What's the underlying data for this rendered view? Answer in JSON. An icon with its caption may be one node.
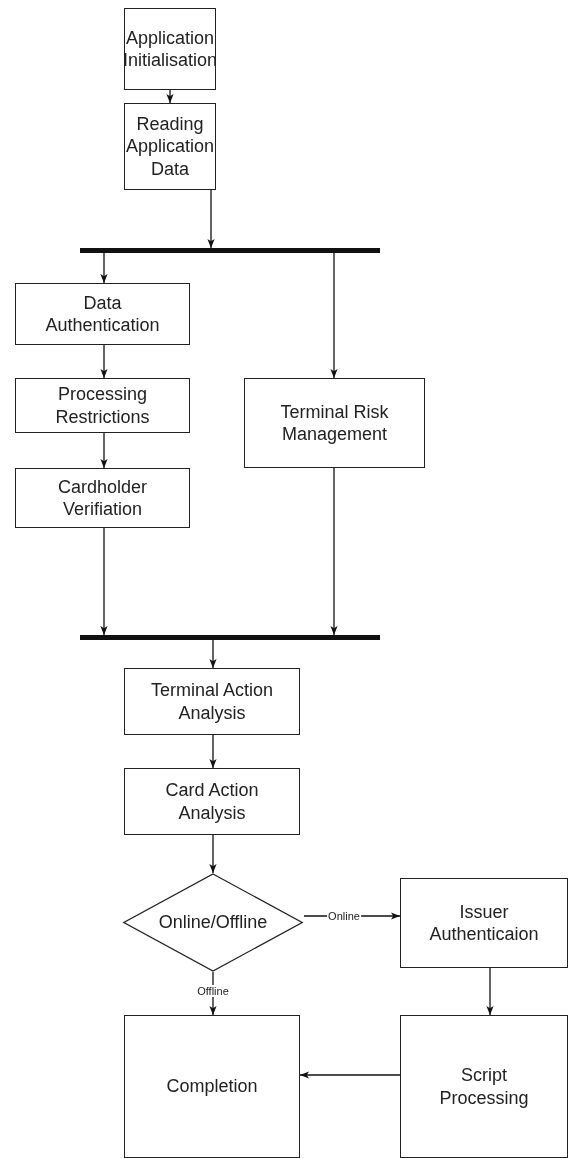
{
  "diagram": {
    "nodes": [
      {
        "text": [
          "Application Initialisation"
        ]
      },
      {
        "text": [
          "Reading Application Data"
        ]
      },
      {
        "text": [],
        "shape": "bar"
      },
      {
        "text": [
          "Data Authentication"
        ]
      },
      {
        "text": [
          "Processing Restrictions"
        ]
      },
      {
        "text": [
          "Cardholder Verifiation"
        ]
      },
      {
        "text": [
          "Terminal Risk Management"
        ]
      },
      {
        "text": [],
        "shape": "bar"
      },
      {
        "text": [
          "Terminal Action Analysis"
        ]
      },
      {
        "text": [
          "Card Action Analysis"
        ]
      },
      {
        "text": [
          "Online/Offline"
        ]
      },
      {
        "text": [
          "Issuer Authenticaion"
        ]
      },
      {
        "text": [
          "Completion"
        ]
      },
      {
        "text": [
          "Script Processing"
        ]
      }
    ],
    "edges": [
      {
        "from": 0,
        "to": 1,
        "arrow": "to"
      },
      {
        "from": 1,
        "to": 2,
        "arrow": "to"
      },
      {
        "from": 2,
        "to": 3,
        "arrow": "to"
      },
      {
        "from": 2,
        "to": 6,
        "arrow": "to"
      },
      {
        "from": 3,
        "to": 4,
        "arrow": "to"
      },
      {
        "from": 4,
        "to": 5,
        "arrow": "to"
      },
      {
        "from": 5,
        "to": 7,
        "arrow": "to"
      },
      {
        "from": 6,
        "to": 7,
        "arrow": "to"
      },
      {
        "from": 7,
        "to": 8,
        "arrow": "to"
      },
      {
        "from": 8,
        "to": 9,
        "arrow": "to"
      },
      {
        "from": 9,
        "to": 10,
        "arrow": "to"
      },
      {
        "from": 10,
        "to": 11,
        "arrow": "to",
        "label": "Online"
      },
      {
        "from": 10,
        "to": 12,
        "arrow": "to",
        "label": "Offline"
      },
      {
        "from": 11,
        "to": 13,
        "arrow": "to"
      },
      {
        "from": 13,
        "to": 12,
        "arrow": "to"
      }
    ]
  }
}
